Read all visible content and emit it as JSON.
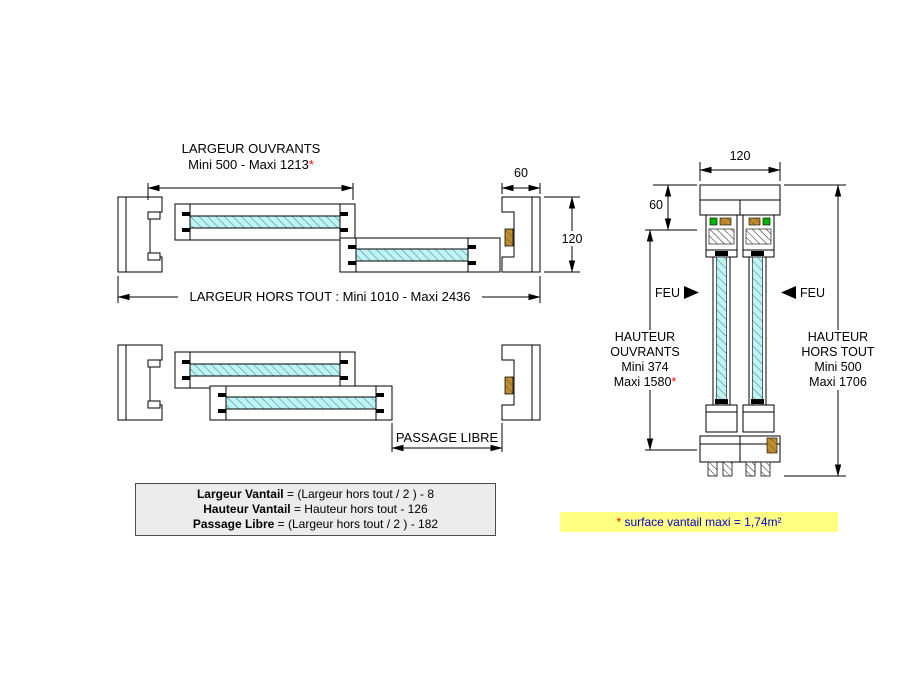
{
  "plan_view": {
    "largeur_ouvrants_line1": "LARGEUR OUVRANTS",
    "largeur_ouvrants_line2": "Mini 500 - Maxi 1213",
    "largeur_ouvrants_star": "*",
    "dim_60": "60",
    "dim_120": "120",
    "largeur_hors_tout": "LARGEUR HORS TOUT : Mini 1010 - Maxi 2436",
    "passage_libre": "PASSAGE LIBRE"
  },
  "section_view": {
    "dim_120": "120",
    "dim_60": "60",
    "feu_left": "FEU",
    "feu_right": "FEU",
    "hauteur_ouvrants": {
      "l1": "HAUTEUR",
      "l2": "OUVRANTS",
      "l3": "Mini 374",
      "l4": "Maxi 1580",
      "star": "*"
    },
    "hauteur_hors_tout": {
      "l1": "HAUTEUR",
      "l2": "HORS TOUT",
      "l3": "Mini 500",
      "l4": "Maxi 1706"
    }
  },
  "formulas": [
    {
      "name": "Largeur Vantail",
      "expr": " = (Largeur hors tout / 2 ) - 8"
    },
    {
      "name": "Hauteur Vantail",
      "expr": " = Hauteur hors tout - 126"
    },
    {
      "name": "Passage Libre",
      "expr": " = (Largeur hors tout / 2 ) - 182"
    }
  ],
  "note": {
    "star": "*",
    "text": " surface vantail maxi =  1,74m²"
  },
  "colors": {
    "glazing_fill": "#c2f2f2",
    "glazing_hatch": "#2f9ea8",
    "seal_green": "#00b400",
    "seal_brown": "#bf8c2e",
    "note_bg": "#ffff80",
    "note_text": "#0000cc",
    "star_red": "#ff0000",
    "formula_bg": "#ececec"
  }
}
